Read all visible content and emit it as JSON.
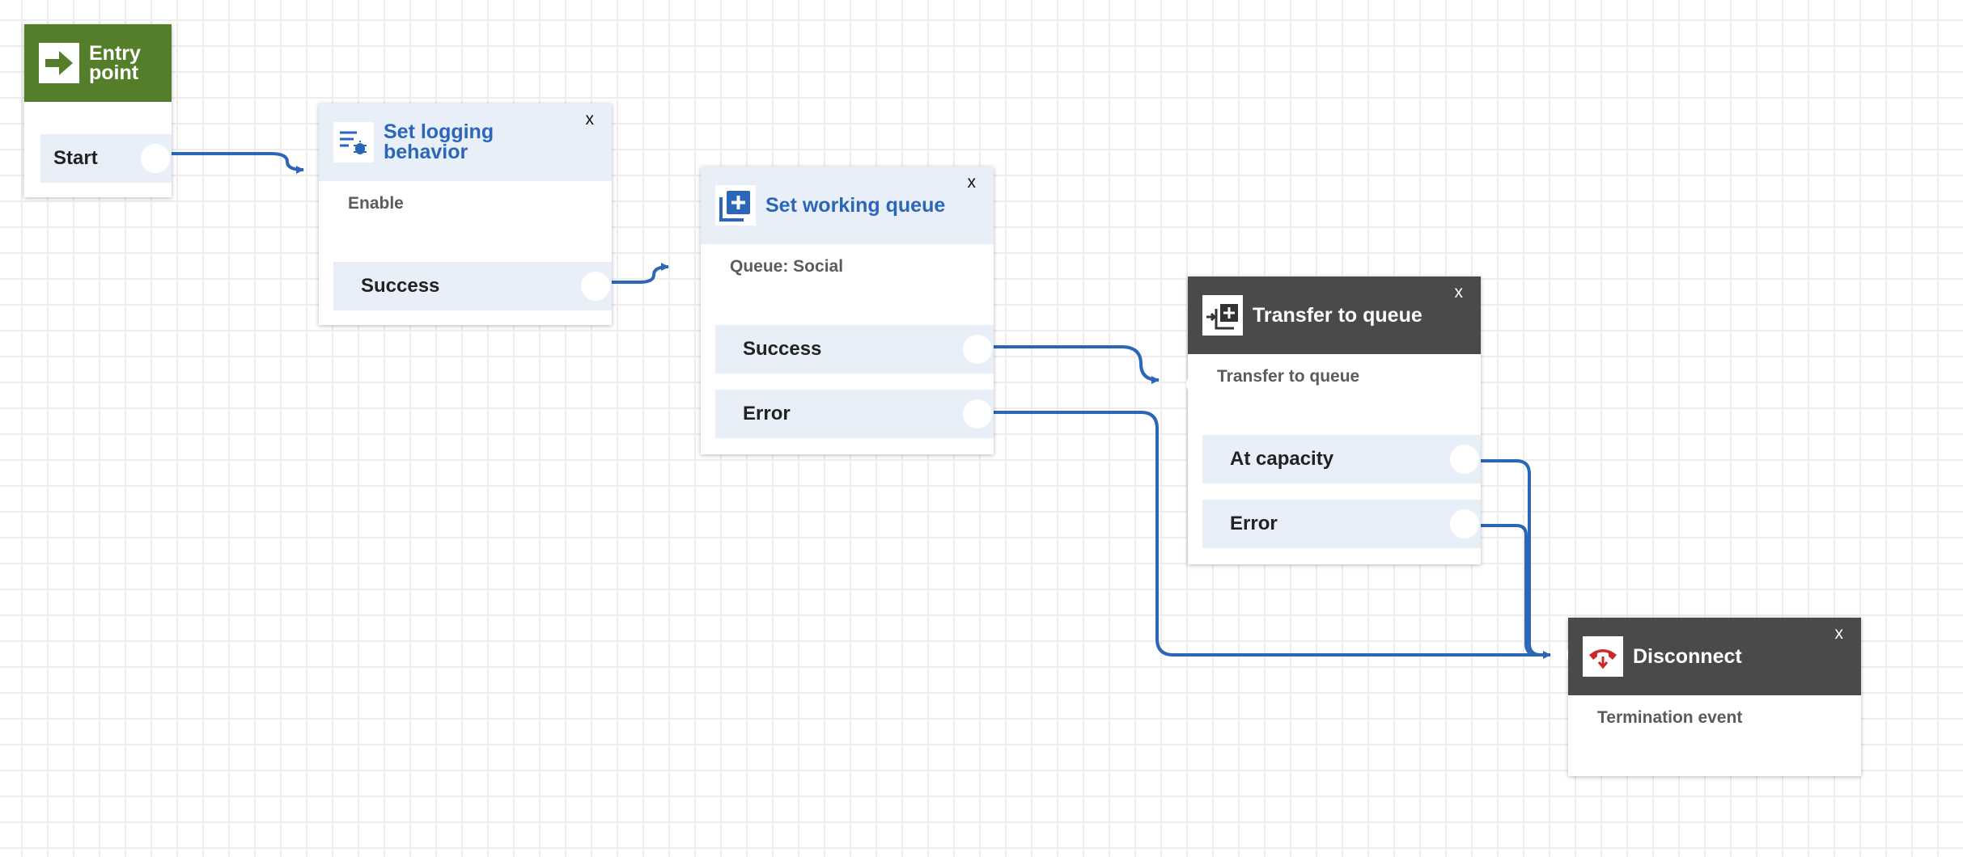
{
  "entry": {
    "title_line1": "Entry",
    "title_line2": "point",
    "start_label": "Start",
    "icon": "arrow-right-icon"
  },
  "logging": {
    "title_line1": "Set logging",
    "title_line2": "behavior",
    "close": "x",
    "description": "Enable",
    "branches": [
      "Success"
    ],
    "icon": "log-debug-icon"
  },
  "working_queue": {
    "title": "Set working queue",
    "close": "x",
    "description": "Queue: Social",
    "branches": [
      "Success",
      "Error"
    ],
    "icon": "queue-add-icon"
  },
  "transfer": {
    "title": "Transfer to queue",
    "close": "x",
    "description": "Transfer to queue",
    "branches": [
      "At capacity",
      "Error"
    ],
    "icon": "transfer-queue-icon"
  },
  "disconnect": {
    "title": "Disconnect",
    "close": "x",
    "description": "Termination event",
    "icon": "phone-hangup-icon"
  },
  "colors": {
    "connector": "#2b66b8",
    "light_header": "#e8eff8",
    "dark_header": "#4a4a4a",
    "entry_header": "#547e2a",
    "hangup": "#cc2a2a"
  }
}
